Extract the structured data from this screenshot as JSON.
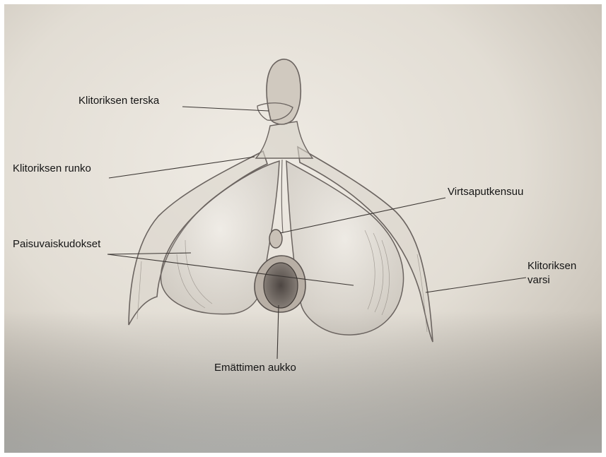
{
  "labels": {
    "glans": "Klitoriksen terska",
    "body": "Klitoriksen runko",
    "urethral_opening": "Virtsaputkensuu",
    "bulbs": "Paisuvaiskudokset",
    "crus_line1": "Klitoriksen",
    "crus_line2": "varsi",
    "vaginal_opening": "Emättimen aukko"
  },
  "colors": {
    "paper": "#dcd6cc",
    "pencil": "#6b6460",
    "ink": "#151515"
  }
}
